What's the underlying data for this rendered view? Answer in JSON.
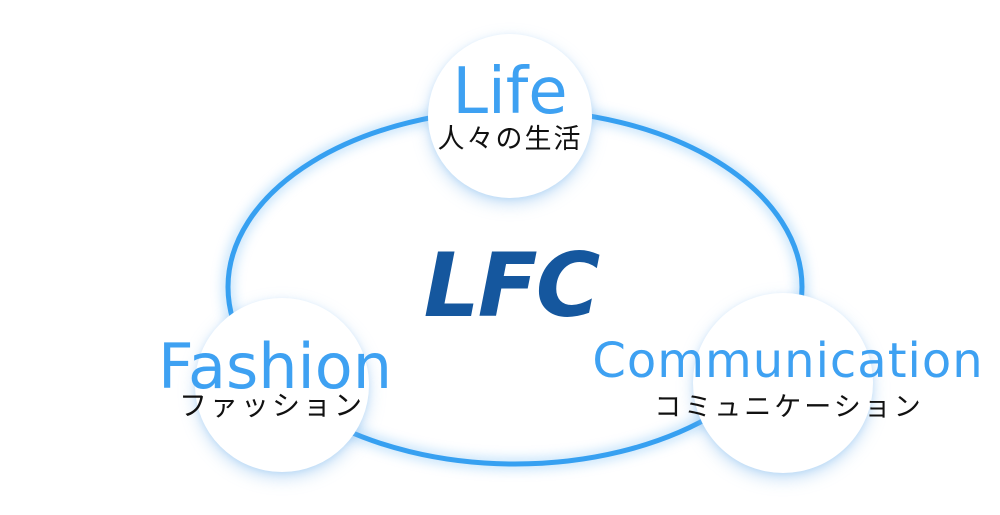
{
  "diagram": {
    "center_label": "LFC",
    "nodes": [
      {
        "id": "life",
        "en": "Life",
        "ja": "人々の生活"
      },
      {
        "id": "fashion",
        "en": "Fashion",
        "ja": "ファッション"
      },
      {
        "id": "communication",
        "en": "Communication",
        "ja": "コミュニケーション"
      }
    ],
    "colors": {
      "accent_light": "#3EA1F2",
      "ellipse_stroke": "#36A0F1",
      "accent_dark": "#15579E",
      "subtitle_text": "#111111",
      "background": "#FFFFFF"
    }
  }
}
